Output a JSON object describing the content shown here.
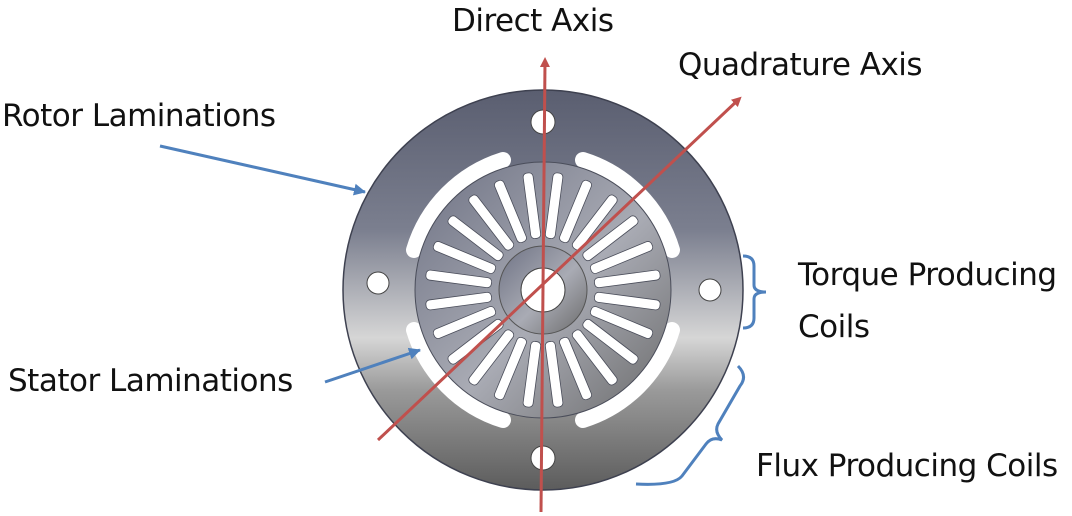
{
  "labels": {
    "direct_axis": "Direct Axis",
    "quadrature_axis": "Quadrature Axis",
    "rotor_laminations": "Rotor Laminations",
    "stator_laminations": "Stator Laminations",
    "torque_producing_line1": "Torque Producing",
    "torque_producing_line2": "Coils",
    "flux_producing_coils": "Flux Producing Coils"
  },
  "colors": {
    "axis_arrow": "#c0504d",
    "callout_arrow": "#4f81bd",
    "lamination_dark": "#54586a",
    "lamination_light": "#e4e4e4"
  },
  "stator_slot_count": 24
}
